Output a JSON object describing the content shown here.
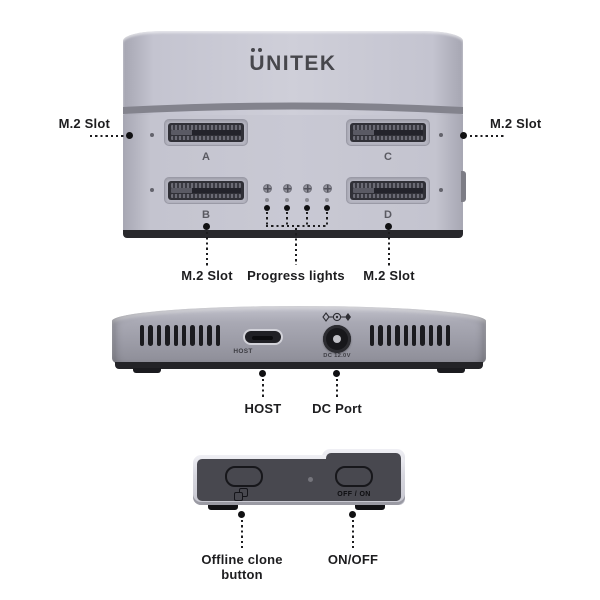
{
  "brand": {
    "logo_text": "UNITEK"
  },
  "top_view": {
    "slot_labels": [
      "A",
      "C",
      "B",
      "D"
    ],
    "left_callout": "M.2 Slot",
    "right_callout": "M.2 Slot",
    "bottom_left_callout": "M.2 Slot",
    "bottom_center_callout": "Progress lights",
    "bottom_right_callout": "M.2 Slot"
  },
  "front_view": {
    "host_port_print": "HOST",
    "dc_port_print": "DC 12.0V",
    "host_callout": "HOST",
    "dc_callout": "DC Port"
  },
  "rear_view": {
    "power_print": "OFF / ON",
    "clone_callout": "Offline clone button",
    "power_callout": "ON/OFF"
  },
  "colors": {
    "body_lavender": "#c9c9d4",
    "band_gray": "#83838d",
    "front_gray": "#9b9ba6",
    "panel_dark": "#48484f",
    "callout_text": "#1d1d1f",
    "logo_gray": "#47474c"
  }
}
